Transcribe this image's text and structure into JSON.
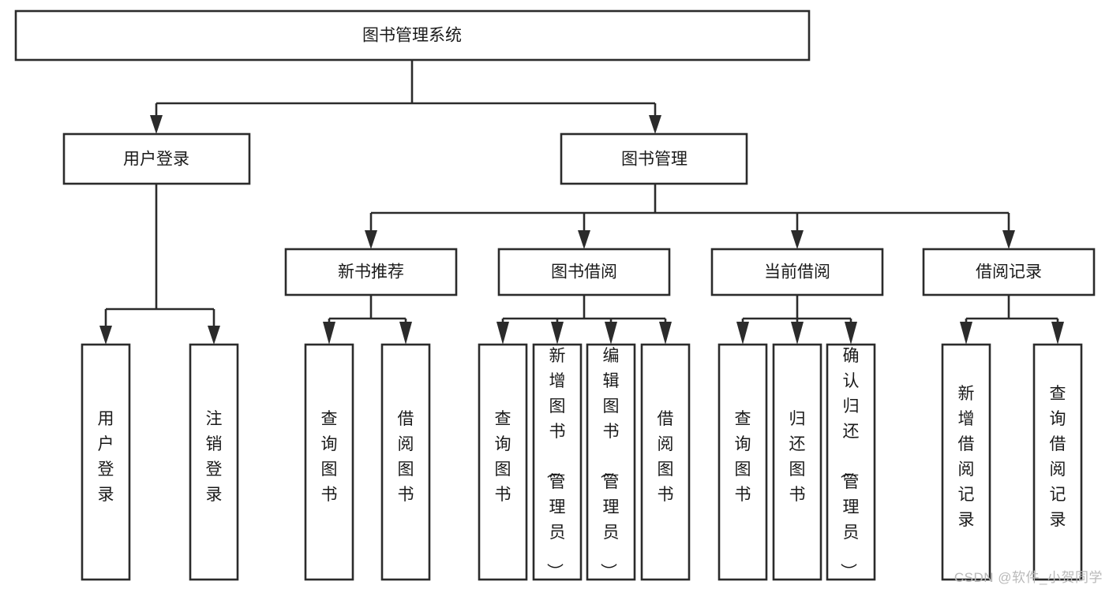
{
  "diagram": {
    "type": "tree-hierarchy-chart",
    "title_node": "图书管理系统",
    "box_fill": "#ffffff",
    "box_stroke": "#2b2b2b",
    "text_color": "#1a1a1a",
    "levels": [
      {
        "level": 1,
        "nodes": [
          {
            "id": "root",
            "label": "图书管理系统",
            "orientation": "horizontal"
          }
        ]
      },
      {
        "level": 2,
        "nodes": [
          {
            "id": "user-login",
            "label": "用户登录",
            "orientation": "horizontal"
          },
          {
            "id": "book-manage",
            "label": "图书管理",
            "orientation": "horizontal"
          }
        ]
      },
      {
        "level": 3,
        "nodes": [
          {
            "id": "new-book-rec",
            "label": "新书推荐",
            "orientation": "horizontal"
          },
          {
            "id": "book-borrow",
            "label": "图书借阅",
            "orientation": "horizontal"
          },
          {
            "id": "current-borrow",
            "label": "当前借阅",
            "orientation": "horizontal"
          },
          {
            "id": "borrow-record",
            "label": "借阅记录",
            "orientation": "horizontal"
          }
        ]
      },
      {
        "level": 4,
        "nodes": [
          {
            "id": "leaf-user-login",
            "label": "用户登录",
            "orientation": "vertical",
            "parent": "user-login"
          },
          {
            "id": "leaf-logout",
            "label": "注销登录",
            "orientation": "vertical",
            "parent": "user-login"
          },
          {
            "id": "leaf-query-book-1",
            "label": "查询图书",
            "orientation": "vertical",
            "parent": "new-book-rec"
          },
          {
            "id": "leaf-borrow-book-1",
            "label": "借阅图书",
            "orientation": "vertical",
            "parent": "new-book-rec"
          },
          {
            "id": "leaf-query-book-2",
            "label": "查询图书",
            "orientation": "vertical",
            "parent": "book-borrow"
          },
          {
            "id": "leaf-add-book",
            "label": "新增图书（管理员）",
            "orientation": "vertical",
            "parent": "book-borrow"
          },
          {
            "id": "leaf-edit-book",
            "label": "编辑图书（管理员）",
            "orientation": "vertical",
            "parent": "book-borrow"
          },
          {
            "id": "leaf-borrow-book-2",
            "label": "借阅图书",
            "orientation": "vertical",
            "parent": "book-borrow"
          },
          {
            "id": "leaf-query-book-3",
            "label": "查询图书",
            "orientation": "vertical",
            "parent": "current-borrow"
          },
          {
            "id": "leaf-return-book",
            "label": "归还图书",
            "orientation": "vertical",
            "parent": "current-borrow"
          },
          {
            "id": "leaf-confirm-return",
            "label": "确认归还（管理员）",
            "orientation": "vertical",
            "parent": "current-borrow"
          },
          {
            "id": "leaf-add-record",
            "label": "新增借阅记录",
            "orientation": "vertical",
            "parent": "borrow-record"
          },
          {
            "id": "leaf-query-record",
            "label": "查询借阅记录",
            "orientation": "vertical",
            "parent": "borrow-record"
          }
        ]
      }
    ]
  },
  "watermark": {
    "text": "CSDN @软件_小贺同学",
    "color": "#b9b9b9"
  }
}
